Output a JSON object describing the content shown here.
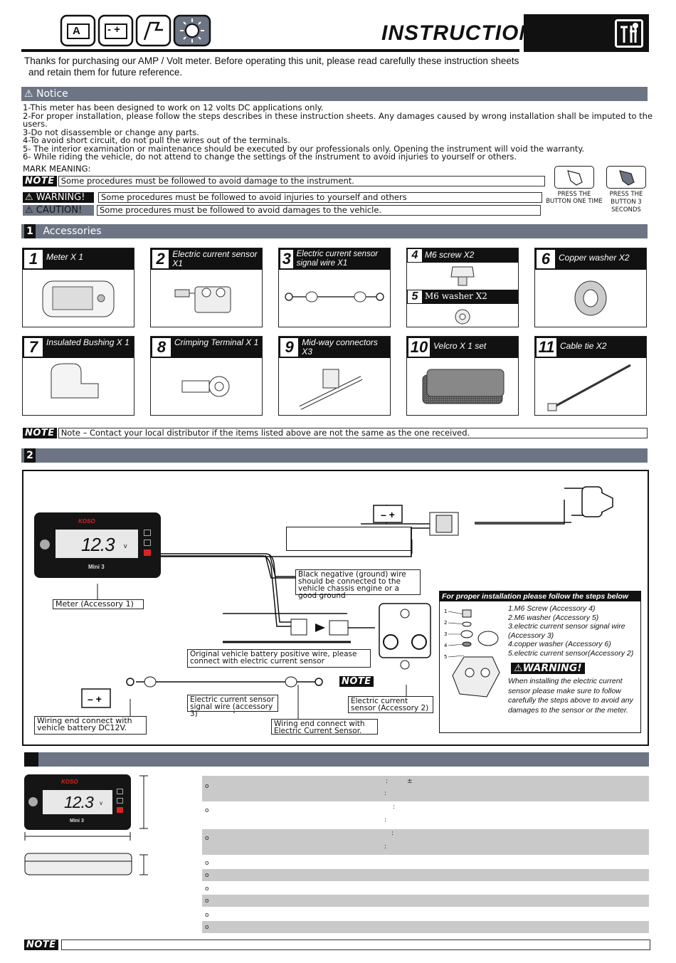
{
  "header": {
    "title": "INSTRUCTION",
    "icons": [
      "amp-icon",
      "volt-icon",
      "fuel-icon",
      "light-icon"
    ],
    "mode_labels": {
      "amp": "A",
      "volt": "- +"
    }
  },
  "intro": {
    "line1": "Thanks for purchasing our AMP / Volt meter. Before operating this unit, please read carefully these instruction sheets",
    "line2": "and retain them for future reference."
  },
  "notice": {
    "title": "Notice",
    "items": [
      "1-This meter has been designed to work on 12 volts DC applications only.",
      "2-For proper installation, please follow the steps describes in these instruction sheets. Any damages caused by wrong installation shall be imputed to the users.",
      "3-Do not disassemble or change any parts.",
      "4-To avoid short circuit, do not pull the wires out of the terminals.",
      "5- The interior examination or maintenance should be executed by our professionals only. Opening the instrument will void the warranty.",
      "6- While riding the vehicle, do not attend to change the settings of the instrument to avoid injuries to yourself or others."
    ]
  },
  "mark": {
    "title": "MARK MEANING:",
    "note_tag": "NOTE",
    "note_text": "Some procedures must be followed to avoid damage to the instrument.",
    "warning_tag": "WARNING!",
    "warning_text": "Some procedures must be followed to avoid injuries to yourself and others",
    "caution_tag": "CAUTION!",
    "caution_text": "Some procedures must be followed to avoid damages to the vehicle.",
    "press1": "PRESS THE BUTTON ONE TIME",
    "press3": "PRESS THE BUTTON 3 SECONDS"
  },
  "accessories": {
    "num": "1",
    "title": "Accessories",
    "items": [
      {
        "n": "1",
        "label": "Meter X 1"
      },
      {
        "n": "2",
        "label": "Electric current sensor X1"
      },
      {
        "n": "3",
        "label": "Electric current sensor signal wire X1"
      },
      {
        "n": "4",
        "label": "M6 screw X2"
      },
      {
        "n": "5",
        "label": "M6 washer X2"
      },
      {
        "n": "6",
        "label": "Copper washer X2"
      },
      {
        "n": "7",
        "label": "Insulated Bushing X 1"
      },
      {
        "n": "8",
        "label": "Crimping Terminal X 1"
      },
      {
        "n": "9",
        "label": "Mid-way connectors X3"
      },
      {
        "n": "10",
        "label": "Velcro X 1 set"
      },
      {
        "n": "11",
        "label": "Cable tie X2"
      }
    ],
    "note_tag": "NOTE",
    "note_text": "Note – Contact your local distributor if the items listed above are not the same as the one received."
  },
  "wiring": {
    "num": "2",
    "brand": "KOSO",
    "model": "Mini 3",
    "display": "12.3",
    "unit": "v",
    "labels": {
      "meter": "Meter (Accessory 1)",
      "black_wire": "Black negative (ground) wire should be connected to the vehicle chassis engine or a good ground",
      "orig_wire": "Original vehicle battery positive wire, please connect with electric current sensor",
      "signal_wire": "Electric current sensor signal wire (accessory 3)",
      "sensor": "Electric current sensor (Accessory 2)",
      "end_battery": "Wiring end connect with vehicle battery DC12V.",
      "end_sensor": "Wiring end connect with Electric Current Sensor.",
      "note_tag": "NOTE"
    },
    "steps_title": "For proper installation please follow the steps below",
    "steps": [
      "1.M6 Screw (Accessory 4)",
      "2.M6 washer (Accessory 5)",
      "3.electric current sensor signal wire (Accessory 3)",
      "4.copper washer (Accessory 6)",
      "5.electric current sensor(Accessory 2)"
    ],
    "step_marks": [
      "1",
      "2",
      "3",
      "4",
      "5"
    ],
    "warning_tag": "WARNING!",
    "warning_text": "When installing the electric current sensor please make sure to follow carefully the steps above to avoid any damages to the sensor or the meter."
  },
  "specs": {
    "brand": "KOSO",
    "model": "Mini 3",
    "display": "12.3",
    "unit": "v",
    "plus_minus": "±",
    "colon": ":",
    "bullet": "o",
    "note_tag": "NOTE"
  }
}
